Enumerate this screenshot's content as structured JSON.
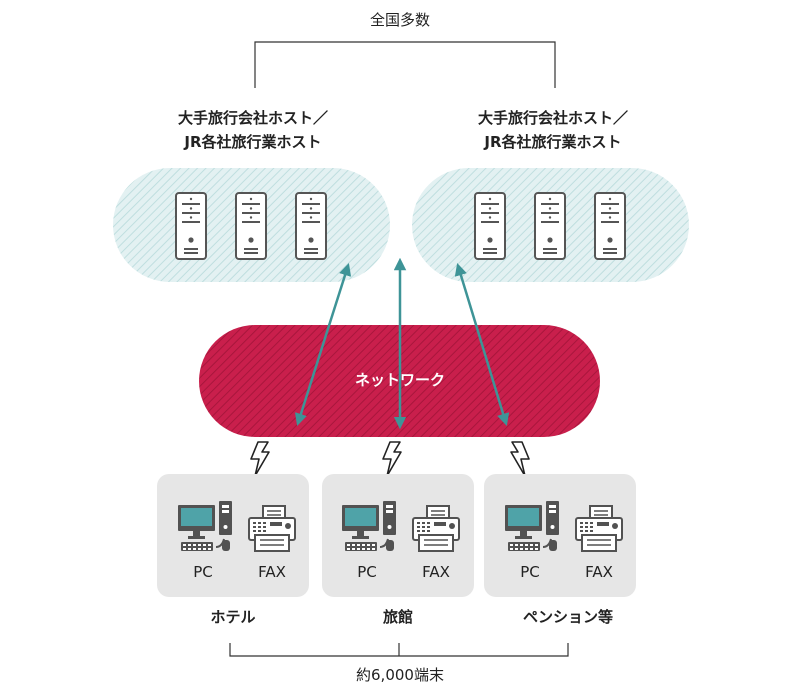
{
  "top_label": "全国多数",
  "hosts": [
    {
      "line1": "大手旅行会社ホスト／",
      "line2": "JR各社旅行業ホスト"
    },
    {
      "line1": "大手旅行会社ホスト／",
      "line2": "JR各社旅行業ホスト"
    }
  ],
  "network_label": "ネットワーク",
  "terminal_labels": {
    "pc": "PC",
    "fax": "FAX"
  },
  "sites": [
    "ホテル",
    "旅館",
    "ペンション等"
  ],
  "bottom_label": "約6,000端末",
  "colors": {
    "host_group_fill": "#e3f1f2",
    "host_hatch": "#bfdedf",
    "network_fill": "#c91f4c",
    "network_hatch": "#a8163c",
    "arrow": "#3e9497",
    "terminal_box": "#e6e6e6",
    "icon_dark": "#525252",
    "screen": "#4fa3a8"
  }
}
